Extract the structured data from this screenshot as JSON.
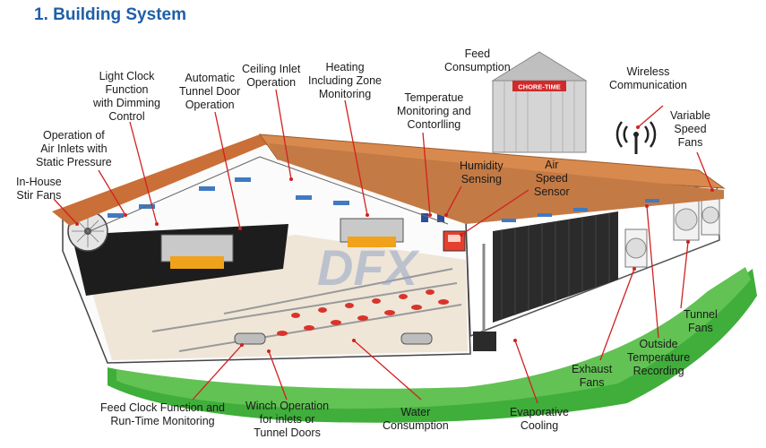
{
  "title": "1. Building System",
  "silo_brand": "CHORE-TIME",
  "watermark": "DFX",
  "labels": {
    "light_clock": "Light Clock\nFunction\nwith Dimming\nControl",
    "tunnel_door": "Automatic\nTunnel Door\nOperation",
    "ceiling_inlet": "Ceiling Inlet\nOperation",
    "heating": "Heating\nIncluding Zone\nMonitoring",
    "feed_consumption": "Feed\nConsumption",
    "wireless": "Wireless\nCommunication",
    "air_inlets": "Operation of\nAir Inlets with\nStatic Pressure",
    "temperature": "Temperatue\nMonitoring and\nContorlling",
    "variable_fans": "Variable\nSpeed\nFans",
    "humidity": "Humidity\nSensing",
    "air_speed": "Air\nSpeed\nSensor",
    "stir_fans": "In-House\nStir Fans",
    "tunnel_fans": "Tunnel\nFans",
    "outside_temp": "Outside\nTemperature\nRecording",
    "exhaust_fans": "Exhaust\nFans",
    "feed_clock": "Feed Clock Function and\nRun-Time Monitoring",
    "winch": "Winch Operation\nfor inlets or\nTunnel Doors",
    "water": "Water\nConsumption",
    "evaporative": "Evaporative\nCooling"
  }
}
